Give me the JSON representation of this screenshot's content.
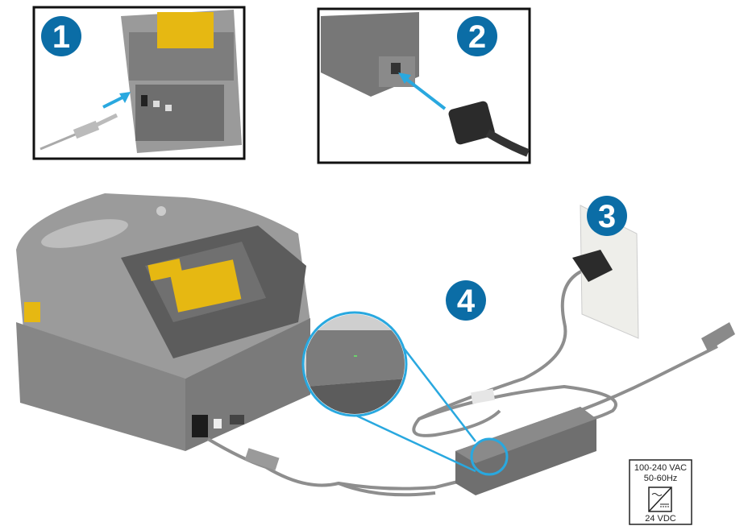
{
  "steps": [
    {
      "number": "1"
    },
    {
      "number": "2"
    },
    {
      "number": "3"
    },
    {
      "number": "4"
    }
  ],
  "power_label": {
    "input_voltage": "100-240 VAC",
    "frequency": "50-60Hz",
    "output_voltage": "24 VDC"
  },
  "colors": {
    "badge": "#0b6da6",
    "arrow": "#29a8df",
    "printer": "#8c8c8c",
    "accent": "#f2c418"
  }
}
